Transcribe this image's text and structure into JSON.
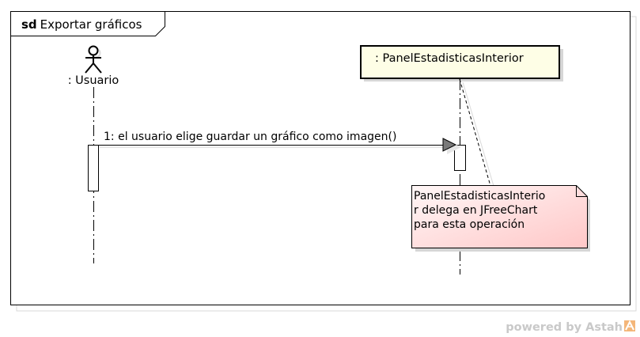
{
  "frame": {
    "kind": "sd",
    "title": "Exportar gráficos"
  },
  "lifelines": [
    {
      "label": ": Usuario",
      "type": "actor"
    },
    {
      "label": ": PanelEstadisticasInterior",
      "type": "object"
    }
  ],
  "message": {
    "label": "1: el usuario elige guardar un gráfico como imagen()"
  },
  "note": {
    "lines": [
      "PanelEstadisticasInterio",
      "r delega en JFreeChart",
      "para esta operación"
    ]
  },
  "watermark": {
    "text": "powered by Astah"
  },
  "colors": {
    "object_fill": "#fefee6",
    "note_fill_start": "#fff7f7",
    "note_fill_end": "#ffc7c7"
  }
}
